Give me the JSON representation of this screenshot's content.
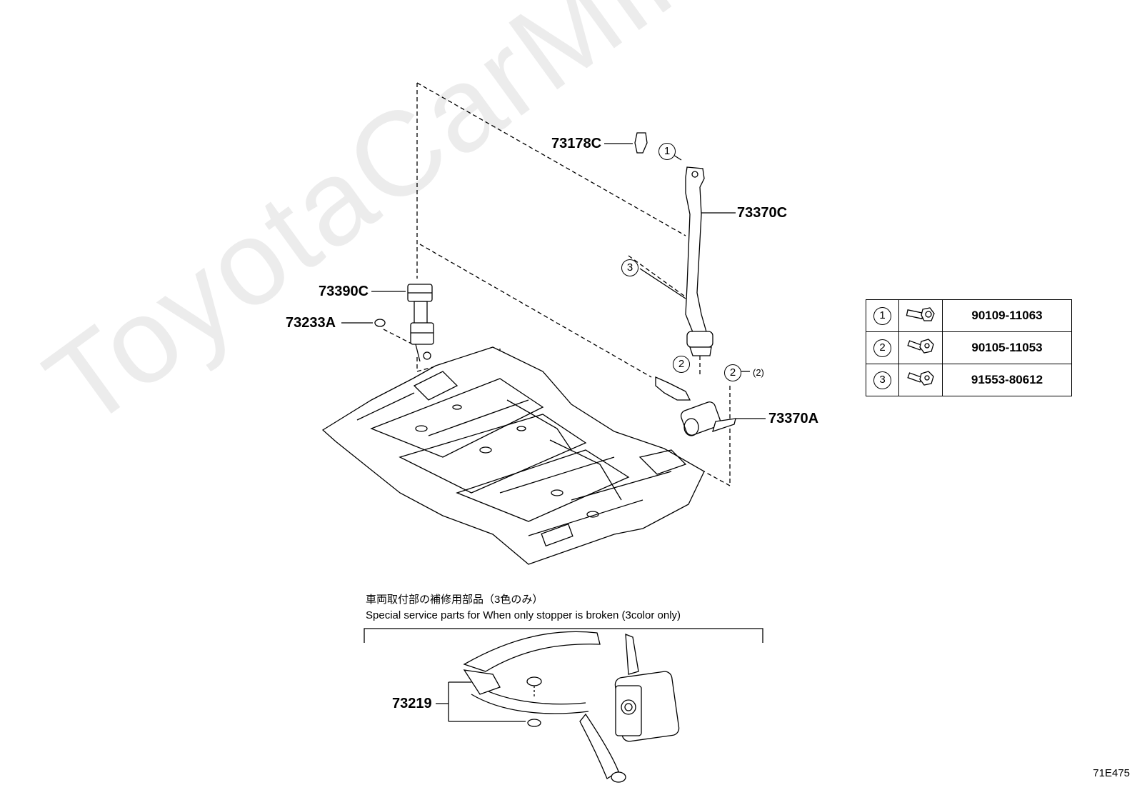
{
  "watermark": "ToyotaCarMine.ru",
  "callouts": {
    "c73178C": "73178C",
    "c73370C": "73370C",
    "c73390C": "73390C",
    "c73233A": "73233A",
    "c73370A": "73370A",
    "c73219": "73219"
  },
  "circle_refs": {
    "r1": "1",
    "r2a": "2",
    "r2b": "2",
    "r3": "3"
  },
  "qty_note": "(2)",
  "special_note": {
    "japanese": "車両取付部の補修用部品（3色のみ）",
    "english": "Special service parts for When only stopper is broken (3color only)"
  },
  "bolt_table": [
    {
      "ref": "1",
      "part_no": "90109-11063",
      "icon": "flange-bolt-icon"
    },
    {
      "ref": "2",
      "part_no": "90105-11053",
      "icon": "hex-bolt-icon"
    },
    {
      "ref": "3",
      "part_no": "91553-80612",
      "icon": "hex-bolt-icon"
    }
  ],
  "diagram_code": "71E475"
}
